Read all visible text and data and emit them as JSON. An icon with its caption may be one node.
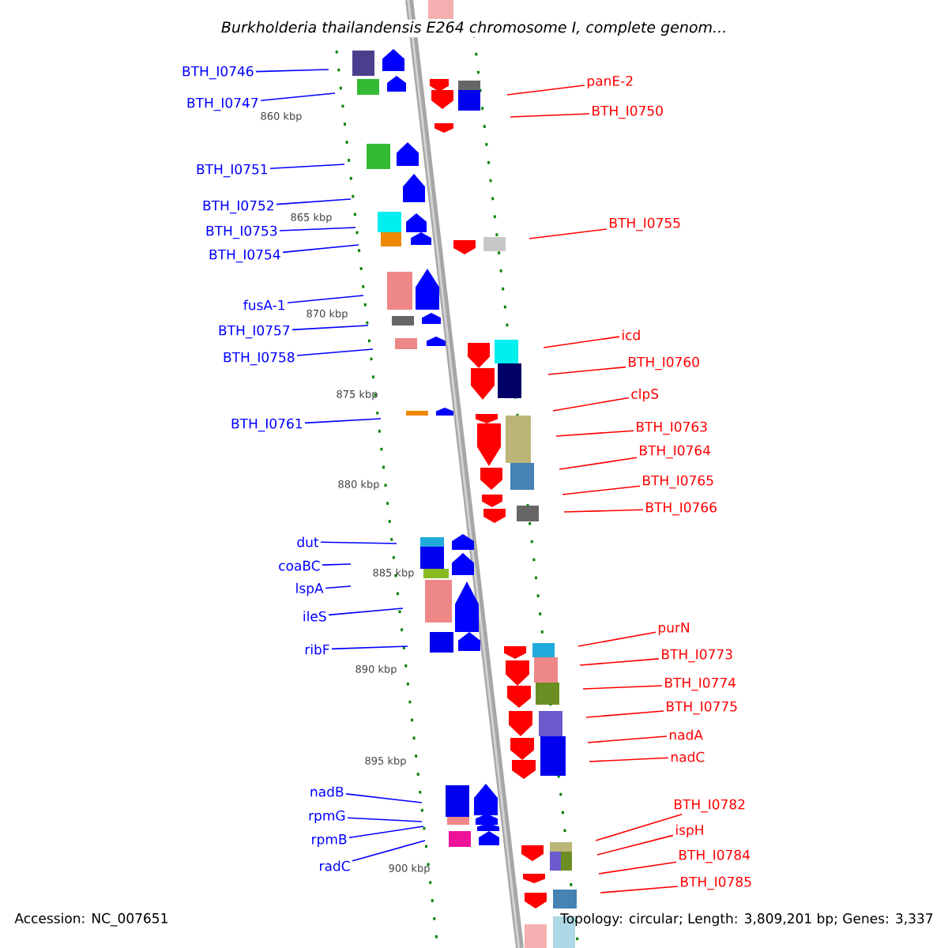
{
  "diagram": {
    "title": "Burkholderia thailandensis E264 chromosome I, complete genom...",
    "nodes": [
      {
        "text": [
          "BTH_I0746"
        ]
      },
      {
        "text": [
          "BTH_I0747"
        ]
      },
      {
        "text": [
          "BTH_I0751"
        ]
      },
      {
        "text": [
          "BTH_I0752"
        ]
      },
      {
        "text": [
          "BTH_I0753"
        ]
      },
      {
        "text": [
          "BTH_I0754"
        ]
      },
      {
        "text": [
          "fusA-1"
        ]
      },
      {
        "text": [
          "BTH_I0757"
        ]
      },
      {
        "text": [
          "BTH_I0758"
        ]
      },
      {
        "text": [
          "BTH_I0761"
        ]
      },
      {
        "text": [
          "dut"
        ]
      },
      {
        "text": [
          "coaBC"
        ]
      },
      {
        "text": [
          "lspA"
        ]
      },
      {
        "text": [
          "ileS"
        ]
      },
      {
        "text": [
          "ribF"
        ]
      },
      {
        "text": [
          "nadB"
        ]
      },
      {
        "text": [
          "rpmG"
        ]
      },
      {
        "text": [
          "rpmB"
        ]
      },
      {
        "text": [
          "radC"
        ]
      },
      {
        "text": [
          "panE-2"
        ]
      },
      {
        "text": [
          "BTH_I0750"
        ]
      },
      {
        "text": [
          "BTH_I0755"
        ]
      },
      {
        "text": [
          "icd"
        ]
      },
      {
        "text": [
          "BTH_I0760"
        ]
      },
      {
        "text": [
          "clpS"
        ]
      },
      {
        "text": [
          "BTH_I0763"
        ]
      },
      {
        "text": [
          "BTH_I0764"
        ]
      },
      {
        "text": [
          "BTH_I0765"
        ]
      },
      {
        "text": [
          "BTH_I0766"
        ]
      },
      {
        "text": [
          "purN"
        ]
      },
      {
        "text": [
          "BTH_I0773"
        ]
      },
      {
        "text": [
          "BTH_I0774"
        ]
      },
      {
        "text": [
          "BTH_I0775"
        ]
      },
      {
        "text": [
          "nadA"
        ]
      },
      {
        "text": [
          "nadC"
        ]
      },
      {
        "text": [
          "BTH_I0782"
        ]
      },
      {
        "text": [
          "ispH"
        ]
      },
      {
        "text": [
          "BTH_I0784"
        ]
      },
      {
        "text": [
          "BTH_I0785"
        ]
      }
    ],
    "edges": [
      {
        "from": 0,
        "to": null,
        "arrow": "none",
        "color": "#0000ff"
      },
      {
        "from": 1,
        "to": null,
        "arrow": "none",
        "color": "#0000ff"
      },
      {
        "from": 2,
        "to": null,
        "arrow": "none",
        "color": "#0000ff"
      },
      {
        "from": 3,
        "to": null,
        "arrow": "none",
        "color": "#0000ff"
      },
      {
        "from": 4,
        "to": null,
        "arrow": "none",
        "color": "#0000ff"
      },
      {
        "from": 5,
        "to": null,
        "arrow": "none",
        "color": "#0000ff"
      },
      {
        "from": 6,
        "to": null,
        "arrow": "none",
        "color": "#0000ff"
      },
      {
        "from": 7,
        "to": null,
        "arrow": "none",
        "color": "#0000ff"
      },
      {
        "from": 8,
        "to": null,
        "arrow": "none",
        "color": "#0000ff"
      },
      {
        "from": 9,
        "to": null,
        "arrow": "none",
        "color": "#0000ff"
      },
      {
        "from": 10,
        "to": null,
        "arrow": "none",
        "color": "#0000ff"
      },
      {
        "from": 11,
        "to": null,
        "arrow": "none",
        "color": "#0000ff"
      },
      {
        "from": 12,
        "to": null,
        "arrow": "none",
        "color": "#0000ff"
      },
      {
        "from": 13,
        "to": null,
        "arrow": "none",
        "color": "#0000ff"
      },
      {
        "from": 14,
        "to": null,
        "arrow": "none",
        "color": "#0000ff"
      },
      {
        "from": 15,
        "to": null,
        "arrow": "none",
        "color": "#0000ff"
      },
      {
        "from": 16,
        "to": null,
        "arrow": "none",
        "color": "#0000ff"
      },
      {
        "from": 17,
        "to": null,
        "arrow": "none",
        "color": "#0000ff"
      },
      {
        "from": 18,
        "to": null,
        "arrow": "none",
        "color": "#0000ff"
      },
      {
        "from": 19,
        "to": null,
        "arrow": "none",
        "color": "#ff0000"
      },
      {
        "from": 20,
        "to": null,
        "arrow": "none",
        "color": "#ff0000"
      },
      {
        "from": 21,
        "to": null,
        "arrow": "none",
        "color": "#ff0000"
      },
      {
        "from": 22,
        "to": null,
        "arrow": "none",
        "color": "#ff0000"
      },
      {
        "from": 23,
        "to": null,
        "arrow": "none",
        "color": "#ff0000"
      },
      {
        "from": 24,
        "to": null,
        "arrow": "none",
        "color": "#ff0000"
      },
      {
        "from": 25,
        "to": null,
        "arrow": "none",
        "color": "#ff0000"
      },
      {
        "from": 26,
        "to": null,
        "arrow": "none",
        "color": "#ff0000"
      },
      {
        "from": 27,
        "to": null,
        "arrow": "none",
        "color": "#ff0000"
      },
      {
        "from": 28,
        "to": null,
        "arrow": "none",
        "color": "#ff0000"
      },
      {
        "from": 29,
        "to": null,
        "arrow": "none",
        "color": "#ff0000"
      },
      {
        "from": 30,
        "to": null,
        "arrow": "none",
        "color": "#ff0000"
      },
      {
        "from": 31,
        "to": null,
        "arrow": "none",
        "color": "#ff0000"
      },
      {
        "from": 32,
        "to": null,
        "arrow": "none",
        "color": "#ff0000"
      },
      {
        "from": 33,
        "to": null,
        "arrow": "none",
        "color": "#ff0000"
      },
      {
        "from": 34,
        "to": null,
        "arrow": "none",
        "color": "#ff0000"
      },
      {
        "from": 35,
        "to": null,
        "arrow": "none",
        "color": "#ff0000"
      },
      {
        "from": 36,
        "to": null,
        "arrow": "none",
        "color": "#ff0000"
      },
      {
        "from": 37,
        "to": null,
        "arrow": "none",
        "color": "#ff0000"
      },
      {
        "from": 38,
        "to": null,
        "arrow": "none",
        "color": "#ff0000"
      }
    ],
    "labels": [
      "860 kbp",
      "865 kbp",
      "870 kbp",
      "875 kbp",
      "880 kbp",
      "885 kbp",
      "890 kbp",
      "895 kbp",
      "900 kbp",
      "Accession: NC_007651",
      "Topology: circular; Length: 3,809,201 bp; Genes: 3,337"
    ]
  }
}
